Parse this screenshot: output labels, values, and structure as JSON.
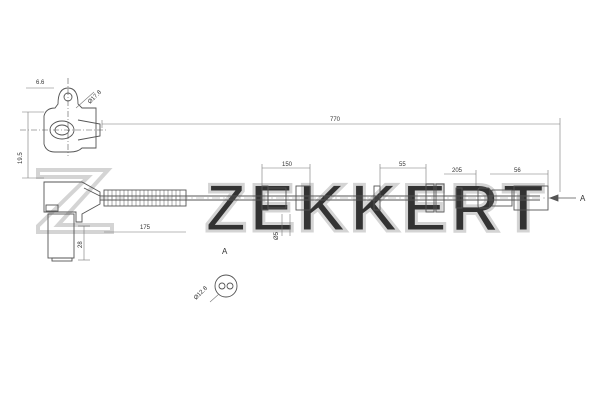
{
  "watermark": {
    "brand": "ZEKKERT",
    "color": "#d4d4d4"
  },
  "colors": {
    "line": "#555555",
    "dimension": "#777777",
    "background": "#ffffff"
  },
  "drawing": {
    "dimensions": {
      "d6_6": "6.6",
      "d17_8": "Ø17.8",
      "d19_5": "19.5",
      "d770": "770",
      "d150": "150",
      "d55": "55",
      "d205": "205",
      "d56": "56",
      "d175": "175",
      "d28": "28",
      "d5": "Ø5",
      "d12_8": "Ø12.8"
    },
    "view_label_arrow": "A",
    "view_label_detail": "A"
  }
}
